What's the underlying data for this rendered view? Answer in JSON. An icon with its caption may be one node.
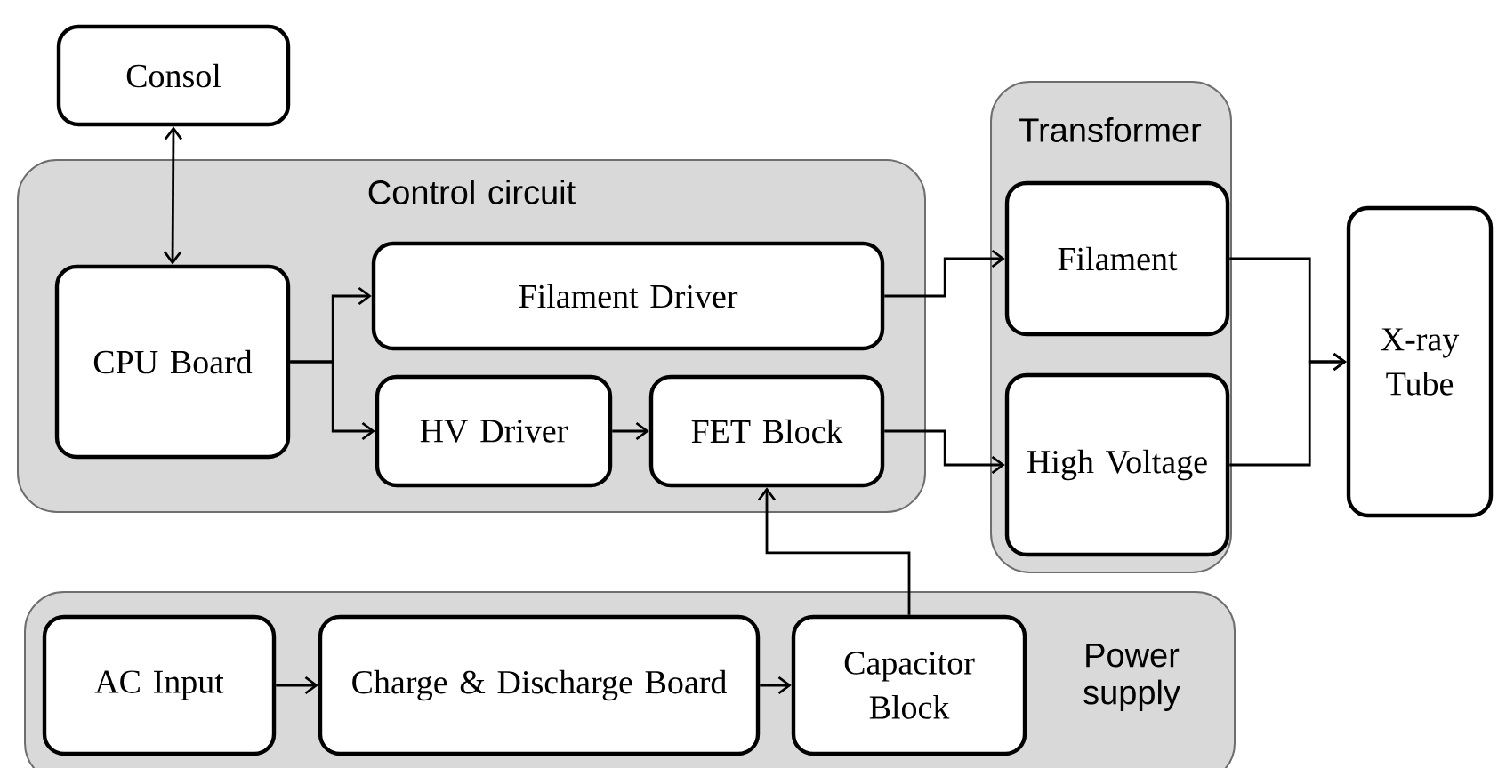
{
  "diagram": {
    "nodes": [
      {
        "text": [
          "Consol"
        ]
      },
      {
        "text": [
          "Control circuit"
        ]
      },
      {
        "text": [
          "CPU Board"
        ],
        "in": 1
      },
      {
        "text": [
          "Filament Driver"
        ],
        "in": 1
      },
      {
        "text": [
          "HV Driver"
        ],
        "in": 1
      },
      {
        "text": [
          "FET Block"
        ],
        "in": 1
      },
      {
        "text": [
          "Transformer"
        ]
      },
      {
        "text": [
          "Filament"
        ],
        "in": 6
      },
      {
        "text": [
          "High Voltage"
        ],
        "in": 6
      },
      {
        "text": [
          "X-ray Tube"
        ]
      },
      {
        "text": [
          "Power supply"
        ]
      },
      {
        "text": [
          "AC Input"
        ],
        "in": 10
      },
      {
        "text": [
          "Charge & Discharge Board"
        ],
        "in": 10
      },
      {
        "text": [
          "Capacitor Block"
        ],
        "in": 10
      }
    ],
    "edges": [
      {
        "from": 0,
        "to": 2,
        "arrow": "both"
      },
      {
        "from": 2,
        "to": 3,
        "arrow": "to"
      },
      {
        "from": 2,
        "to": 4,
        "arrow": "to"
      },
      {
        "from": 4,
        "to": 5,
        "arrow": "to"
      },
      {
        "from": 3,
        "to": 7,
        "arrow": "to"
      },
      {
        "from": 5,
        "to": 8,
        "arrow": "to"
      },
      {
        "from": 7,
        "to": 9,
        "arrow": "to"
      },
      {
        "from": 8,
        "to": 9,
        "arrow": "to"
      },
      {
        "from": 11,
        "to": 12,
        "arrow": "to"
      },
      {
        "from": 12,
        "to": 13,
        "arrow": "to"
      },
      {
        "from": 13,
        "to": 5,
        "arrow": "to"
      }
    ]
  }
}
